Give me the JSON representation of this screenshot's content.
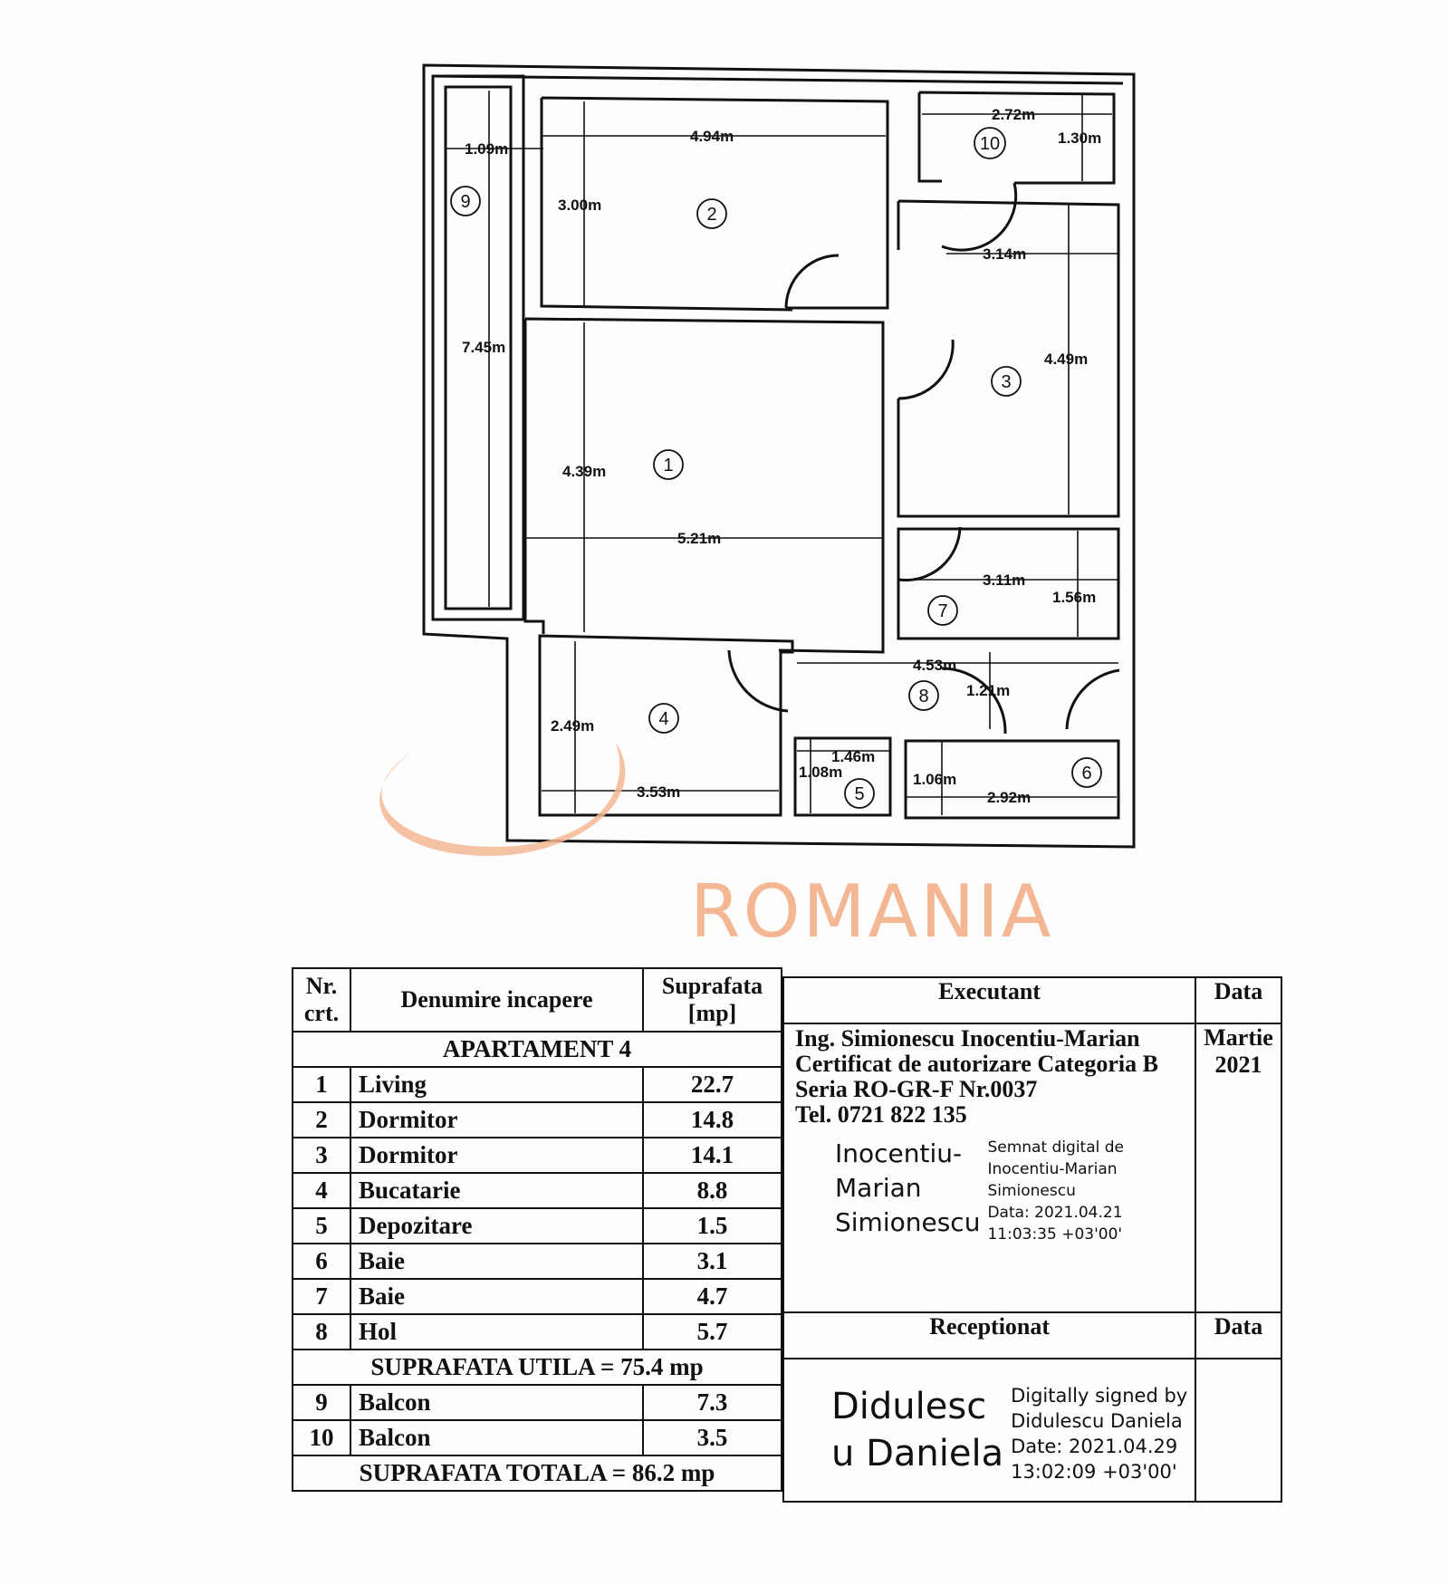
{
  "floorplan": {
    "dimensions": {
      "balcony9_width": "1.09m",
      "balcony9_length": "7.45m",
      "room2_width": "4.94m",
      "room2_depth": "3.00m",
      "room10_width": "2.72m",
      "room10_depth": "1.30m",
      "room3_width": "3.14m",
      "room3_depth": "4.49m",
      "room1_depth": "4.39m",
      "room1_width": "5.21m",
      "room7_width": "3.11m",
      "room7_depth": "1.56m",
      "hall_width": "4.53m",
      "hall_depth": "1.21m",
      "room4_depth": "2.49m",
      "room4_width": "3.53m",
      "room5_width": "1.46m",
      "room5_depth": "1.08m",
      "room6_depth": "1.06m",
      "room6_width": "2.92m"
    },
    "room_numbers": {
      "r1": "1",
      "r2": "2",
      "r3": "3",
      "r4": "4",
      "r5": "5",
      "r6": "6",
      "r7": "7",
      "r8": "8",
      "r9": "9",
      "r10": "10"
    }
  },
  "watermark": {
    "text": "ROMANIA",
    "color": "#f3b794"
  },
  "room_table": {
    "headers": {
      "nr": "Nr. crt.",
      "name": "Denumire incapere",
      "area": "Suprafata [mp]"
    },
    "apartment": "APARTAMENT 4",
    "rows": [
      {
        "nr": "1",
        "name": "Living",
        "area": "22.7"
      },
      {
        "nr": "2",
        "name": "Dormitor",
        "area": "14.8"
      },
      {
        "nr": "3",
        "name": "Dormitor",
        "area": "14.1"
      },
      {
        "nr": "4",
        "name": "Bucatarie",
        "area": "8.8"
      },
      {
        "nr": "5",
        "name": "Depozitare",
        "area": "1.5"
      },
      {
        "nr": "6",
        "name": "Baie",
        "area": "3.1"
      },
      {
        "nr": "7",
        "name": "Baie",
        "area": "4.7"
      },
      {
        "nr": "8",
        "name": "Hol",
        "area": "5.7"
      }
    ],
    "useful_total": "SUPRAFATA UTILA = 75.4 mp",
    "balcony_rows": [
      {
        "nr": "9",
        "name": "Balcon",
        "area": "7.3"
      },
      {
        "nr": "10",
        "name": "Balcon",
        "area": "3.5"
      }
    ],
    "grand_total": "SUPRAFATA TOTALA = 86.2 mp"
  },
  "executant": {
    "header": "Executant",
    "date_header": "Data",
    "date_month": "Martie",
    "date_year": "2021",
    "line1": "Ing. Simionescu Inocentiu-Marian",
    "line2": "Certificat de autorizare Categoria B",
    "line3": "Seria RO-GR-F Nr.0037",
    "line4": "Tel. 0721 822 135",
    "sig_name1": "Inocentiu-",
    "sig_name2": "Marian",
    "sig_name3": "Simionescu",
    "sig_note1": "Semnat digital de",
    "sig_note2": "Inocentiu-Marian",
    "sig_note3": "Simionescu",
    "sig_note4": "Data: 2021.04.21",
    "sig_note5": "11:03:35 +03'00'"
  },
  "receptionat": {
    "header": "Receptionat",
    "date_header": "Data",
    "sig_name1": "Didulesc",
    "sig_name2": "u Daniela",
    "sig_note1": "Digitally signed by",
    "sig_note2": "Didulescu Daniela",
    "sig_note3": "Date: 2021.04.29",
    "sig_note4": "13:02:09 +03'00'"
  }
}
